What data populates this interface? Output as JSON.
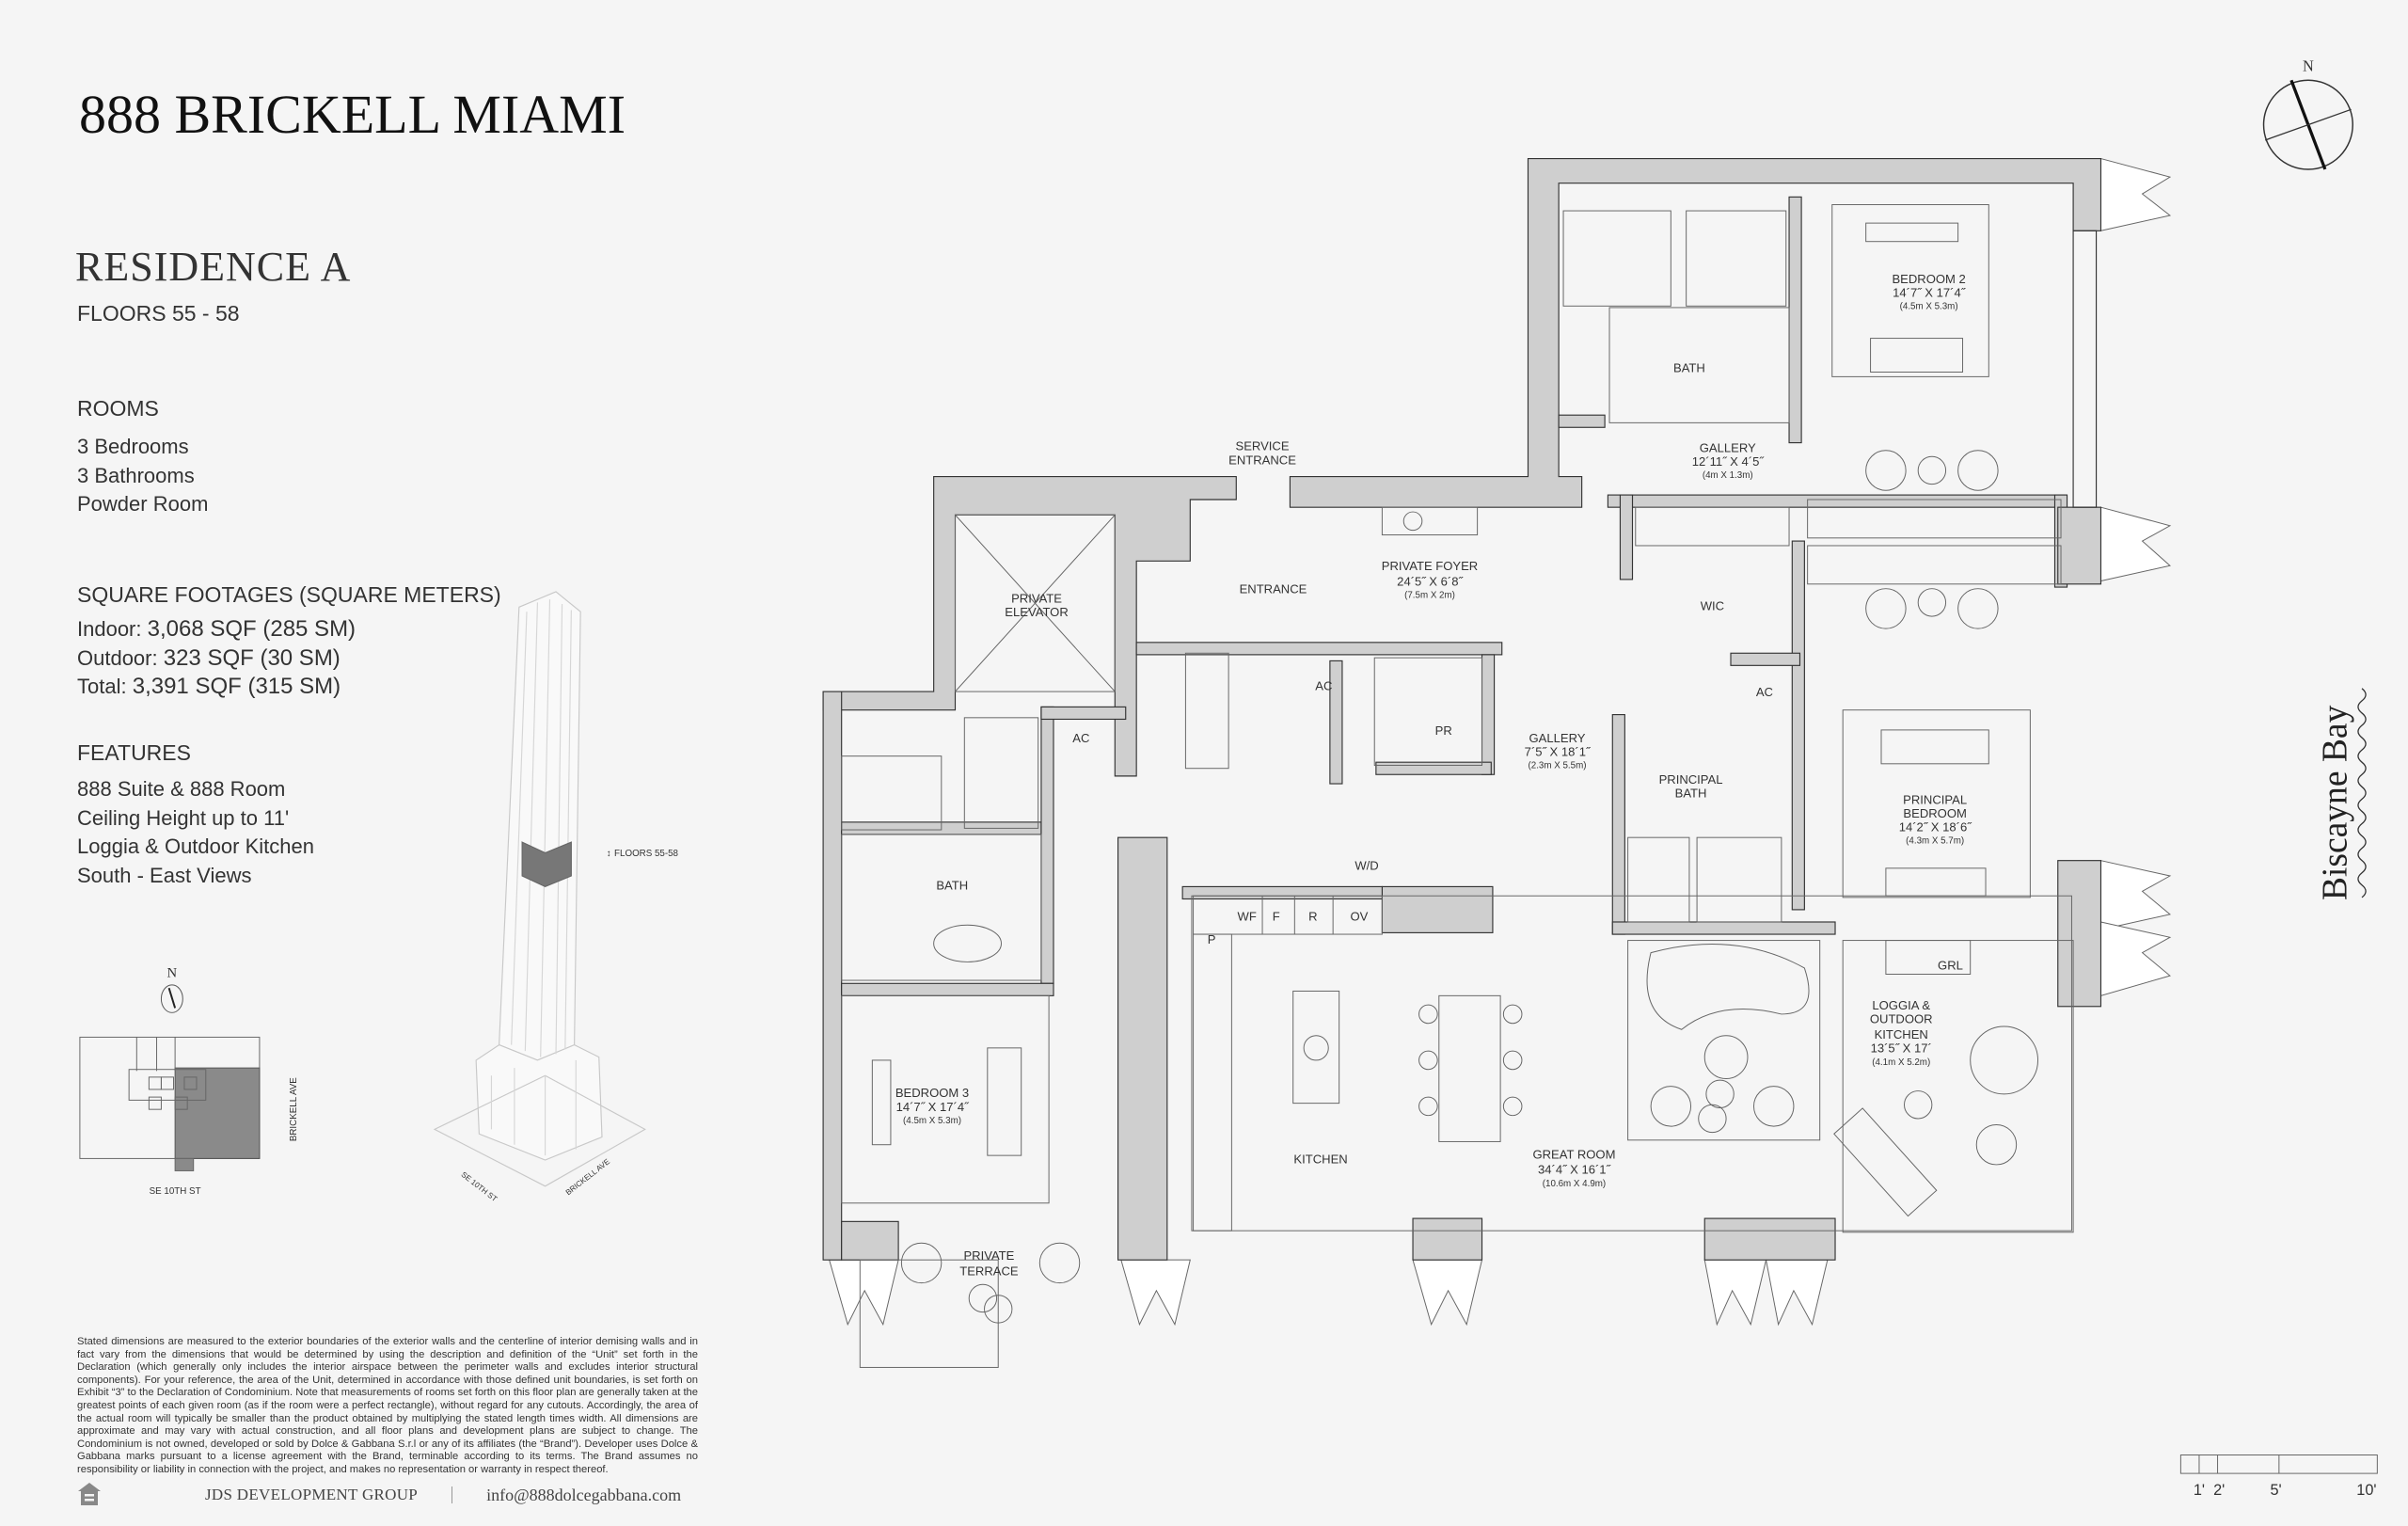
{
  "header": {
    "title": "888 BRICKELL MIAMI",
    "residence": "RESIDENCE A",
    "floors": "FLOORS 55 - 58"
  },
  "rooms": {
    "heading": "ROOMS",
    "items": [
      "3 Bedrooms",
      "3 Bathrooms",
      "Powder Room"
    ]
  },
  "square_footages": {
    "heading": "SQUARE FOOTAGES (SQUARE METERS)",
    "items": [
      {
        "label": "Indoor:",
        "value": "3,068 SQF (285 SM)"
      },
      {
        "label": "Outdoor:",
        "value": "323 SQF (30 SM)"
      },
      {
        "label": "Total:",
        "value": "3,391 SQF (315 SM)"
      }
    ]
  },
  "features": {
    "heading": "FEATURES",
    "items": [
      "888 Suite & 888 Room",
      "Ceiling Height up to 11'",
      "Loggia & Outdoor Kitchen",
      "South - East Views"
    ]
  },
  "keyplan": {
    "north": "N",
    "street_east": "BRICKELL AVE",
    "street_south": "SE 10TH ST"
  },
  "tower": {
    "floors_label": "FLOORS 55-58",
    "street_1": "SE 10TH ST",
    "street_2": "BRICKELL AVE"
  },
  "disclaimer": "Stated dimensions are measured to the exterior boundaries of the exterior walls and the centerline of interior demising walls and in fact vary from the dimensions that would be determined by using the description and definition of the “Unit” set forth in the Declaration (which generally only includes the interior airspace between the perimeter walls and excludes interior structural components). For your reference, the area of the Unit, determined in accordance with those defined unit boundaries, is set forth on Exhibit “3” to the Declaration of Condominium. Note that measurements of rooms set forth on this floor plan are generally taken at the greatest points of each given room (as if the room were a perfect rectangle), without regard for any cutouts. Accordingly, the area of the actual room will typically be smaller than the product obtained by multiplying the stated length times width. All dimensions are approximate and may vary with actual construction, and all floor plans and development plans are subject to change. The Condominium is not owned, developed or sold by Dolce & Gabbana S.r.l or any of its affiliates (the “Brand”). Developer uses Dolce & Gabbana marks pursuant to a license agreement with the Brand, terminable according to its terms. The Brand assumes no responsibility or liability in connection with the project, and makes no representation or warranty in respect thereof.",
  "footer": {
    "developer": "JDS DEVELOPMENT GROUP",
    "email": "info@888dolcegabbana.com",
    "icon": "equal-housing-icon"
  },
  "compass": {
    "north": "N"
  },
  "water_label": "Biscayne Bay",
  "scale_bar": {
    "labels": [
      "1'",
      "2'",
      "5'",
      "10'"
    ]
  },
  "plan": {
    "service_entrance": [
      "SERVICE",
      "ENTRANCE"
    ],
    "private_elevator": [
      "PRIVATE",
      "ELEVATOR"
    ],
    "entrance": "ENTRANCE",
    "private_foyer": {
      "name": "PRIVATE FOYER",
      "dim": "24´5˝ X 6´8˝",
      "metric": "(7.5m X 2m)"
    },
    "gallery_north": {
      "name": "GALLERY",
      "dim": "12´11˝ X 4´5˝",
      "metric": "(4m X 1.3m)"
    },
    "bath_north": "BATH",
    "bedroom_2": {
      "name": "BEDROOM 2",
      "dim": "14´7˝ X 17´4˝",
      "metric": "(4.5m X 5.3m)"
    },
    "wic": "WIC",
    "ac_1": "AC",
    "ac_2": "AC",
    "ac_3": "AC",
    "pr": "PR",
    "gallery_center": {
      "name": "GALLERY",
      "dim": "7´5˝ X 18´1˝",
      "metric": "(2.3m X 5.5m)"
    },
    "principal_bath": [
      "PRINCIPAL",
      "BATH"
    ],
    "principal_bedroom": {
      "name": [
        "PRINCIPAL",
        "BEDROOM"
      ],
      "dim": "14´2˝ X 18´6˝",
      "metric": "(4.3m X 5.7m)"
    },
    "bath_west": "BATH",
    "wd": "W/D",
    "appliances": [
      "WF",
      "F",
      "R",
      "OV"
    ],
    "pantry": "P",
    "grill": "GRL",
    "loggia": {
      "name": [
        "LOGGIA &",
        "OUTDOOR",
        "KITCHEN"
      ],
      "dim": "13´5˝ X 17´",
      "metric": "(4.1m X 5.2m)"
    },
    "bedroom_3": {
      "name": "BEDROOM 3",
      "dim": "14´7˝ X 17´4˝",
      "metric": "(4.5m X 5.3m)"
    },
    "kitchen": "KITCHEN",
    "great_room": {
      "name": "GREAT ROOM",
      "dim": "34´4˝ X 16´1˝",
      "metric": "(10.6m X 4.9m)"
    },
    "private_terrace": [
      "PRIVATE",
      "TERRACE"
    ]
  }
}
